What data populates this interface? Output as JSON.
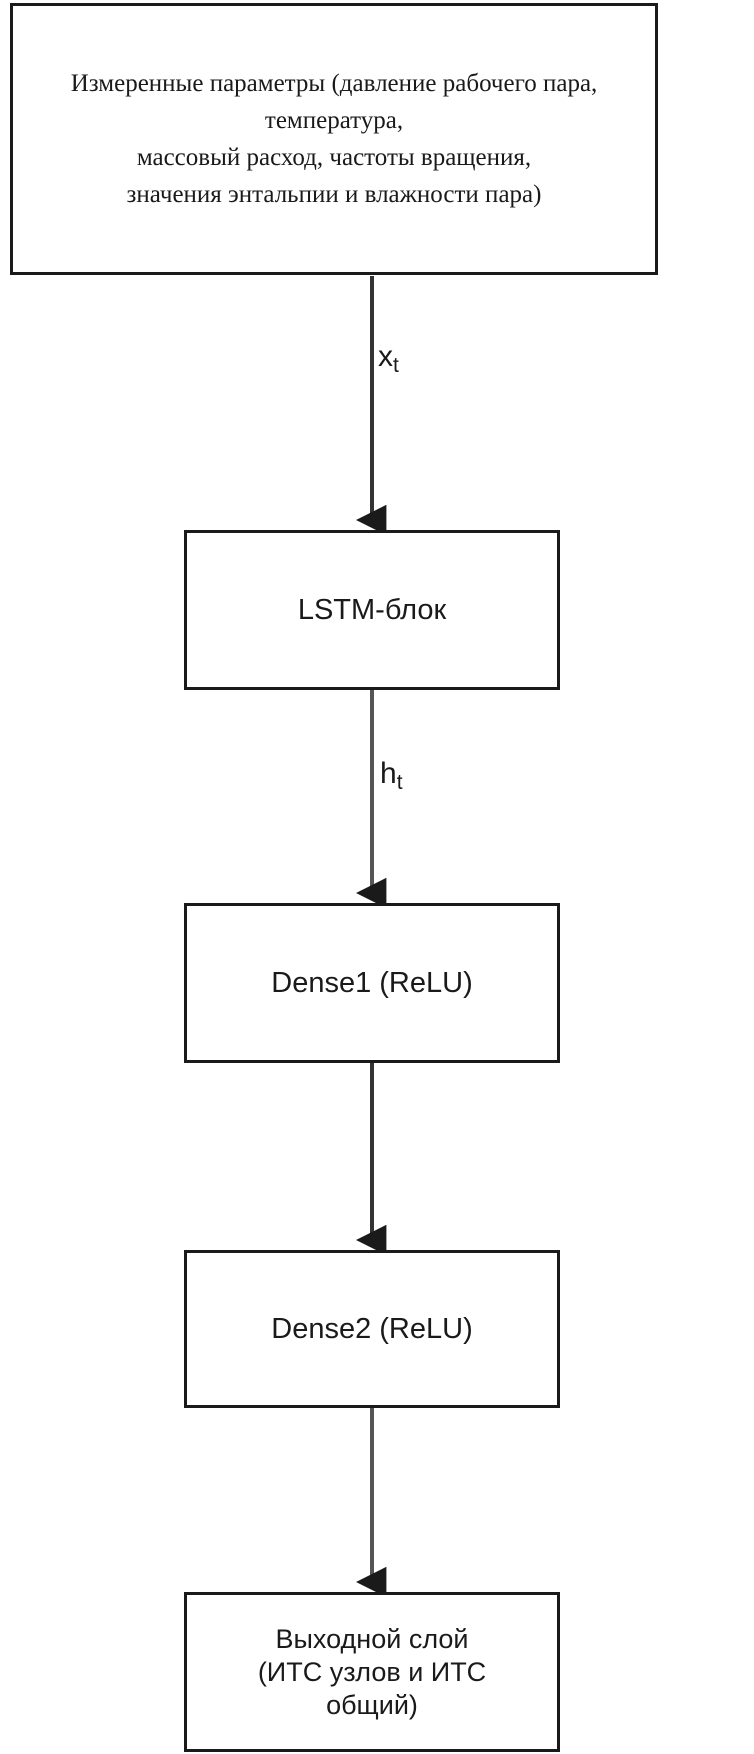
{
  "diagram": {
    "title": "LSTM neural network architecture flowchart",
    "colors": {
      "stroke": "#1a1a1a",
      "arrow": "#333333",
      "background": "#ffffff"
    },
    "nodes": [
      {
        "id": "inputs",
        "label": "Измеренные параметры (давление рабочего пара, температура,\nмассовый расход, частоты вращения,\nзначения энтальпии и влажности пара)"
      },
      {
        "id": "lstm",
        "label": "LSTM-блок"
      },
      {
        "id": "dense1",
        "label": "Dense1 (ReLU)"
      },
      {
        "id": "dense2",
        "label": "Dense2 (ReLU)"
      },
      {
        "id": "output",
        "label": "Выходной слой\n(ИТС узлов и ИТС\nобщий)"
      }
    ],
    "edges": [
      {
        "id": "inputs-to-lstm",
        "from": "inputs",
        "to": "lstm",
        "label_base": "x",
        "label_sub": "t"
      },
      {
        "id": "lstm-to-dense1",
        "from": "lstm",
        "to": "dense1",
        "label_base": "h",
        "label_sub": "t"
      },
      {
        "id": "dense1-to-dense2",
        "from": "dense1",
        "to": "dense2",
        "label_base": "",
        "label_sub": ""
      },
      {
        "id": "dense2-to-output",
        "from": "dense2",
        "to": "output",
        "label_base": "",
        "label_sub": ""
      }
    ]
  }
}
